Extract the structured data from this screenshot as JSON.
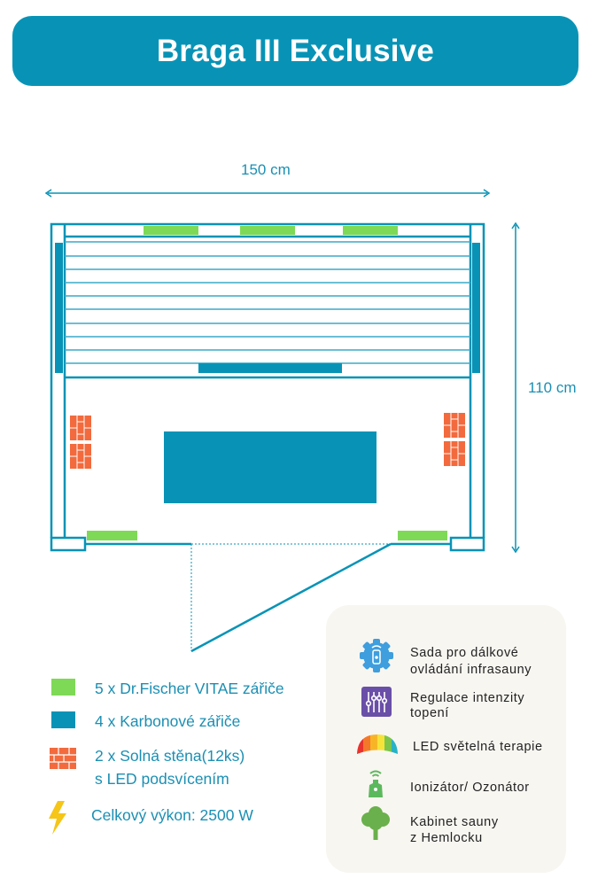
{
  "title": "Braga III Exclusive",
  "dimensions": {
    "width": "150 cm",
    "depth": "110 cm"
  },
  "legend": [
    {
      "icon": "green-heater-swatch",
      "color": "#7ed957",
      "label": "5 x Dr.Fischer VITAE zářiče"
    },
    {
      "icon": "blue-carbon-swatch",
      "color": "#0893b6",
      "label": "4 x Karbonové zářiče"
    },
    {
      "icon": "brick-icon",
      "color": "#f26a3d",
      "label_line1": "2 x Solná stěna(12ks)",
      "label_line2": "s LED podsvícením"
    },
    {
      "icon": "lightning-icon",
      "color": "#f5c518",
      "label": "Celkový výkon: 2500 W"
    }
  ],
  "features": [
    {
      "icon": "remote-gear-icon",
      "line1": "Sada pro dálkové",
      "line2": "ovládání infrasauny"
    },
    {
      "icon": "sliders-icon",
      "line1": "Regulace intenzity",
      "line2": "topení"
    },
    {
      "icon": "rainbow-icon",
      "line1": "LED světelná terapie"
    },
    {
      "icon": "ionizer-icon",
      "line1": "Ionizátor/ Ozonátor"
    },
    {
      "icon": "tree-icon",
      "line1": "Kabinet sauny",
      "line2": "z Hemlocku"
    }
  ],
  "colors": {
    "primary": "#0893b6",
    "green": "#7ed957",
    "brick": "#f26a3d",
    "panel": "#f8f6f1"
  }
}
